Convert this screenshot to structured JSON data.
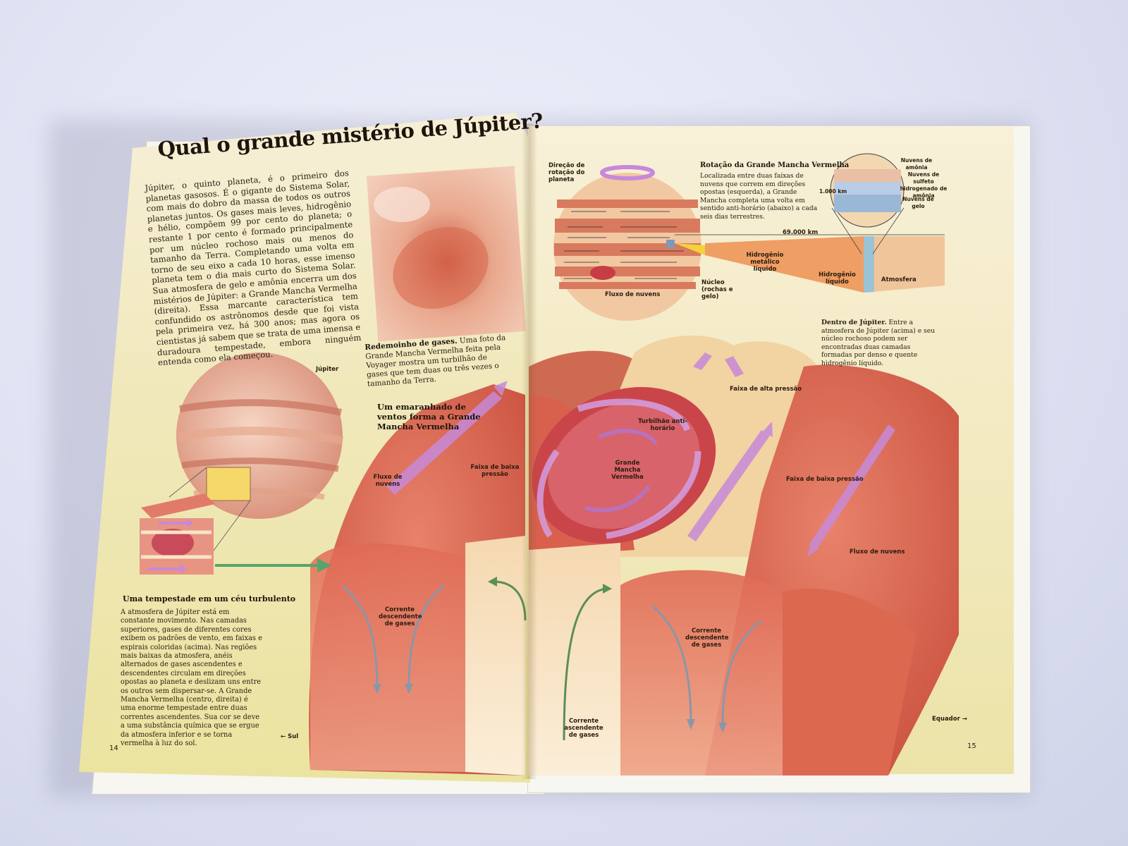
{
  "title": "Qual o grande mistério de Júpiter?",
  "intro": "Júpiter, o quinto planeta, é o primeiro dos planetas gasosos. É o gigante do Sistema Solar, com mais do dobro da massa de todos os outros planetas juntos. Os gases mais leves, hidrogênio e hélio, compõem 99 por cento do planeta; o restante 1 por cento é formado principalmente por um núcleo rochoso mais ou menos do tamanho da Terra. Completando uma volta em torno de seu eixo a cada 10 horas, esse imenso planeta tem o dia mais curto do Sistema Solar. Sua atmosfera de gelo e amônia encerra um dos mistérios de Júpiter: a Grande Mancha Vermelha (direita). Essa marcante característica tem confundido os astrônomos desde que foi vista pela primeira vez, há 300 anos; mas agora os cientistas já sabem que se trata de uma imensa e duradoura tempestade, embora ninguém entenda como ela começou.",
  "photo_caption": {
    "bold": "Redemoinho de gases.",
    "text": "Uma foto da Grande Mancha Vermelha feita pela Voyager mostra um turbilhão de gases que tem duas ou três vezes o tamanho da Terra."
  },
  "jupiter_label": "Júpiter",
  "tangle_heading": "Um emaranhado de ventos forma a Grande Mancha Vermelha",
  "storm_heading": "Uma tempestade em um céu turbulento",
  "storm_text": "A atmosfera de Júpiter está em constante movimento. Nas camadas superiores, gases de diferentes cores exibem os padrões de vento, em faixas e espirais coloridas (acima). Nas regiões mais baixas da atmosfera, anéis alternados de gases ascendentes e descendentes circulam em direções opostas ao planeta e deslizam uns entre os outros sem dispersar-se. A Grande Mancha Vermelha (centro, direita) é uma enorme tempestade entre duas correntes ascendentes. Sua cor se deve a uma substância química que se ergue da atmosfera inferior e se torna vermelha à luz do sol.",
  "south_label": "← Sul",
  "page_left": "14",
  "page_right": "15",
  "rotation": {
    "direction_label": "Direção de rotação do planeta",
    "heading": "Rotação da Grande Mancha Vermelha",
    "text": "Localizada entre duas faixas de nuvens que correm em direções opostas (esquerda), a Grande Mancha completa uma volta em sentido anti-horário (abaixo) a cada seis dias terrestres.",
    "cloud_flow": "Fluxo de nuvens"
  },
  "interior": {
    "ammonia": "Nuvens de amônia",
    "sulfide": "Nuvens de sulfeto hidrogenado de amônia",
    "ice": "Nuvens de gelo",
    "depth": "1.000 km",
    "width": "69.000 km",
    "metallic": "Hidrogênio metálico líquido",
    "liquid": "Hidrogênio líquido",
    "atmosphere": "Atmosfera",
    "core": "Núcleo (rochas e gelo)",
    "caption_bold": "Dentro de Júpiter.",
    "caption_text": "Entre a atmosfera de Júpiter (acima) e seu núcleo rochoso podem ser encontradas duas camadas formadas por denso e quente hidrogênio líquido."
  },
  "diagram": {
    "high_pressure": "Faixa de alta pressão",
    "anticlockwise": "Turbilhão anti-horário",
    "great_red_spot": "Grande Mancha Vermelha",
    "low_pressure_left": "Faixa de baixa pressão",
    "low_pressure_right": "Faixa de baixa pressão",
    "cloud_flow_left": "Fluxo de nuvens",
    "cloud_flow_right": "Fluxo de nuvens",
    "descending_left": "Corrente descendente de gases",
    "descending_right": "Corrente descendente de gases",
    "ascending": "Corrente ascendente de gases",
    "equator": "Equador →"
  }
}
